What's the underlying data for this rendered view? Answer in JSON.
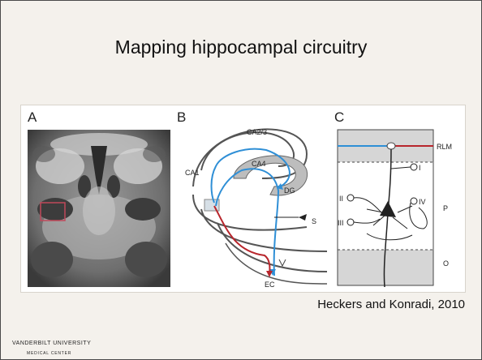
{
  "slide": {
    "title": "Mapping hippocampal circuitry",
    "citation": "Heckers and Konradi, 2010"
  },
  "figure": {
    "panels": [
      {
        "letter": "A"
      },
      {
        "letter": "B",
        "labels": [
          "CA2/3",
          "CA4",
          "CA1",
          "DG",
          "S",
          "EC"
        ]
      },
      {
        "letter": "C",
        "labels": [
          "RLM",
          "I",
          "II",
          "IV",
          "III",
          "P",
          "O"
        ]
      }
    ]
  },
  "logo": {
    "text_line1": "VANDERBILT UNIVERSITY",
    "text_line2": "MEDICAL CENTER"
  },
  "colors": {
    "background": "#f4f1ec",
    "blue_path": "#2f8fd6",
    "red_path": "#b8262c",
    "brand_gold": "#c9a227"
  }
}
